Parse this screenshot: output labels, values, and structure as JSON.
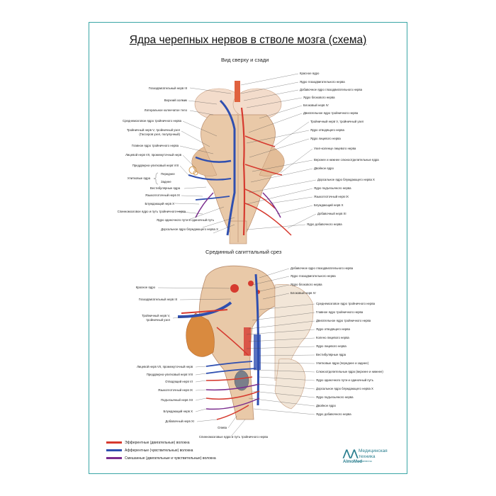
{
  "title": "Ядра черепных нервов в стволе мозга (схема)",
  "view_top": {
    "heading": "Вид сверху и сзади",
    "labels_left": [
      "Глазодвигательный нерв III",
      "Верхний холмик",
      "Латеральное коленчатое тело",
      "Среднемозговое ядро тройничного нерва",
      "Тройничный нерв V, тройничный узел",
      "(Гассеров узел, полулунный)",
      "Главное ядро тройничного нерва",
      "Лицевой нерв VII, промежуточный нерв",
      "Преддверно-улитковый нерв VIII",
      "Улитковые ядра",
      "Переднее",
      "Заднее",
      "Вестибулярные ядра",
      "Языкоглоточный нерв IX",
      "Блуждающий нерв X",
      "Спинномозговое ядро и путь тройничного нерва",
      "Ядро одиночного пути и одиночный путь",
      "Дорсальное ядро блуждающего нерва X"
    ],
    "labels_right": [
      "Красное ядро",
      "Ядро глазодвигательного нерва",
      "Добавочное ядро глазодвигательного нерва",
      "Ядро блокового нерва",
      "Блоковый нерв IV",
      "Двигательное ядро тройничного нерва",
      "Тройничный нерв V, тройничный узел",
      "Ядро отводящего нерва",
      "Ядро лицевого нерва",
      "Узел-коленце лицевого нерва",
      "Верхнее и нижнее слюноотделительные ядра",
      "Двойное ядро",
      "Дорсальное ядро блуждающего нерва X",
      "Ядро подъязычного нерва",
      "Языкоглоточный нерв IX",
      "Блуждающий нерв X",
      "Добавочный нерв XI",
      "Ядро добавочного нерва"
    ]
  },
  "view_sagittal": {
    "heading": "Срединный сагиттальный срез",
    "labels_left": [
      "Красное ядро",
      "Глазодвигательный нерв III",
      "Тройничный нерв V,",
      "тройничный узел",
      "Лицевой нерв VII, промежуточный нерв",
      "Преддверно-улитковый нерв VIII",
      "Отводящий нерв VI",
      "Языкоглоточный нерв IX",
      "Подъязычный нерв XII",
      "Блуждающий нерв X",
      "Добавочный нерв XI",
      "Олива",
      "Спинномозговые ядра и путь тройничного нерва"
    ],
    "labels_right": [
      "Добавочное ядро глазодвигательного нерва",
      "Ядро глазодвигательного нерва",
      "Ядро блокового нерва",
      "Блоковый нерв IV",
      "Среднемозговое ядро тройничного нерва",
      "Главное ядро тройничного нерва",
      "Двигательное ядро тройничного нерва",
      "Ядро отводящего нерва",
      "Колено лицевого нерва",
      "Ядро лицевого нерва",
      "Вестибулярные ядра",
      "Улитковые ядра (переднее и заднее)",
      "Слюноотделительные ядра (верхнее и нижнее)",
      "Ядро одиночного пути и одиночный путь",
      "Дорсальное ядро блуждающего нерва X",
      "Ядро подъязычного нерва",
      "Двойное ядро",
      "Ядро добавочного нерва"
    ]
  },
  "legend": [
    {
      "text": "Эфферентные (двигательные) волокна",
      "color": "#d63a2f"
    },
    {
      "text": "Афферентные (чувствительные) волокна",
      "color": "#2f4fb0"
    },
    {
      "text": "Смешанные (двигательные и чувствительные) волокна",
      "color": "#7b2d8e"
    }
  ],
  "brand": {
    "logo": "AM",
    "name": "AlmoMed",
    "line1": "Медицинская",
    "line2": "техника",
    "url": "almamed.su"
  },
  "colors": {
    "frame": "#3aa6a6",
    "tissue": "#e9c9a8",
    "tissue_dark": "#c99878",
    "efferent": "#d63a2f",
    "afferent": "#2f4fb0",
    "mixed": "#7b2d8e"
  }
}
